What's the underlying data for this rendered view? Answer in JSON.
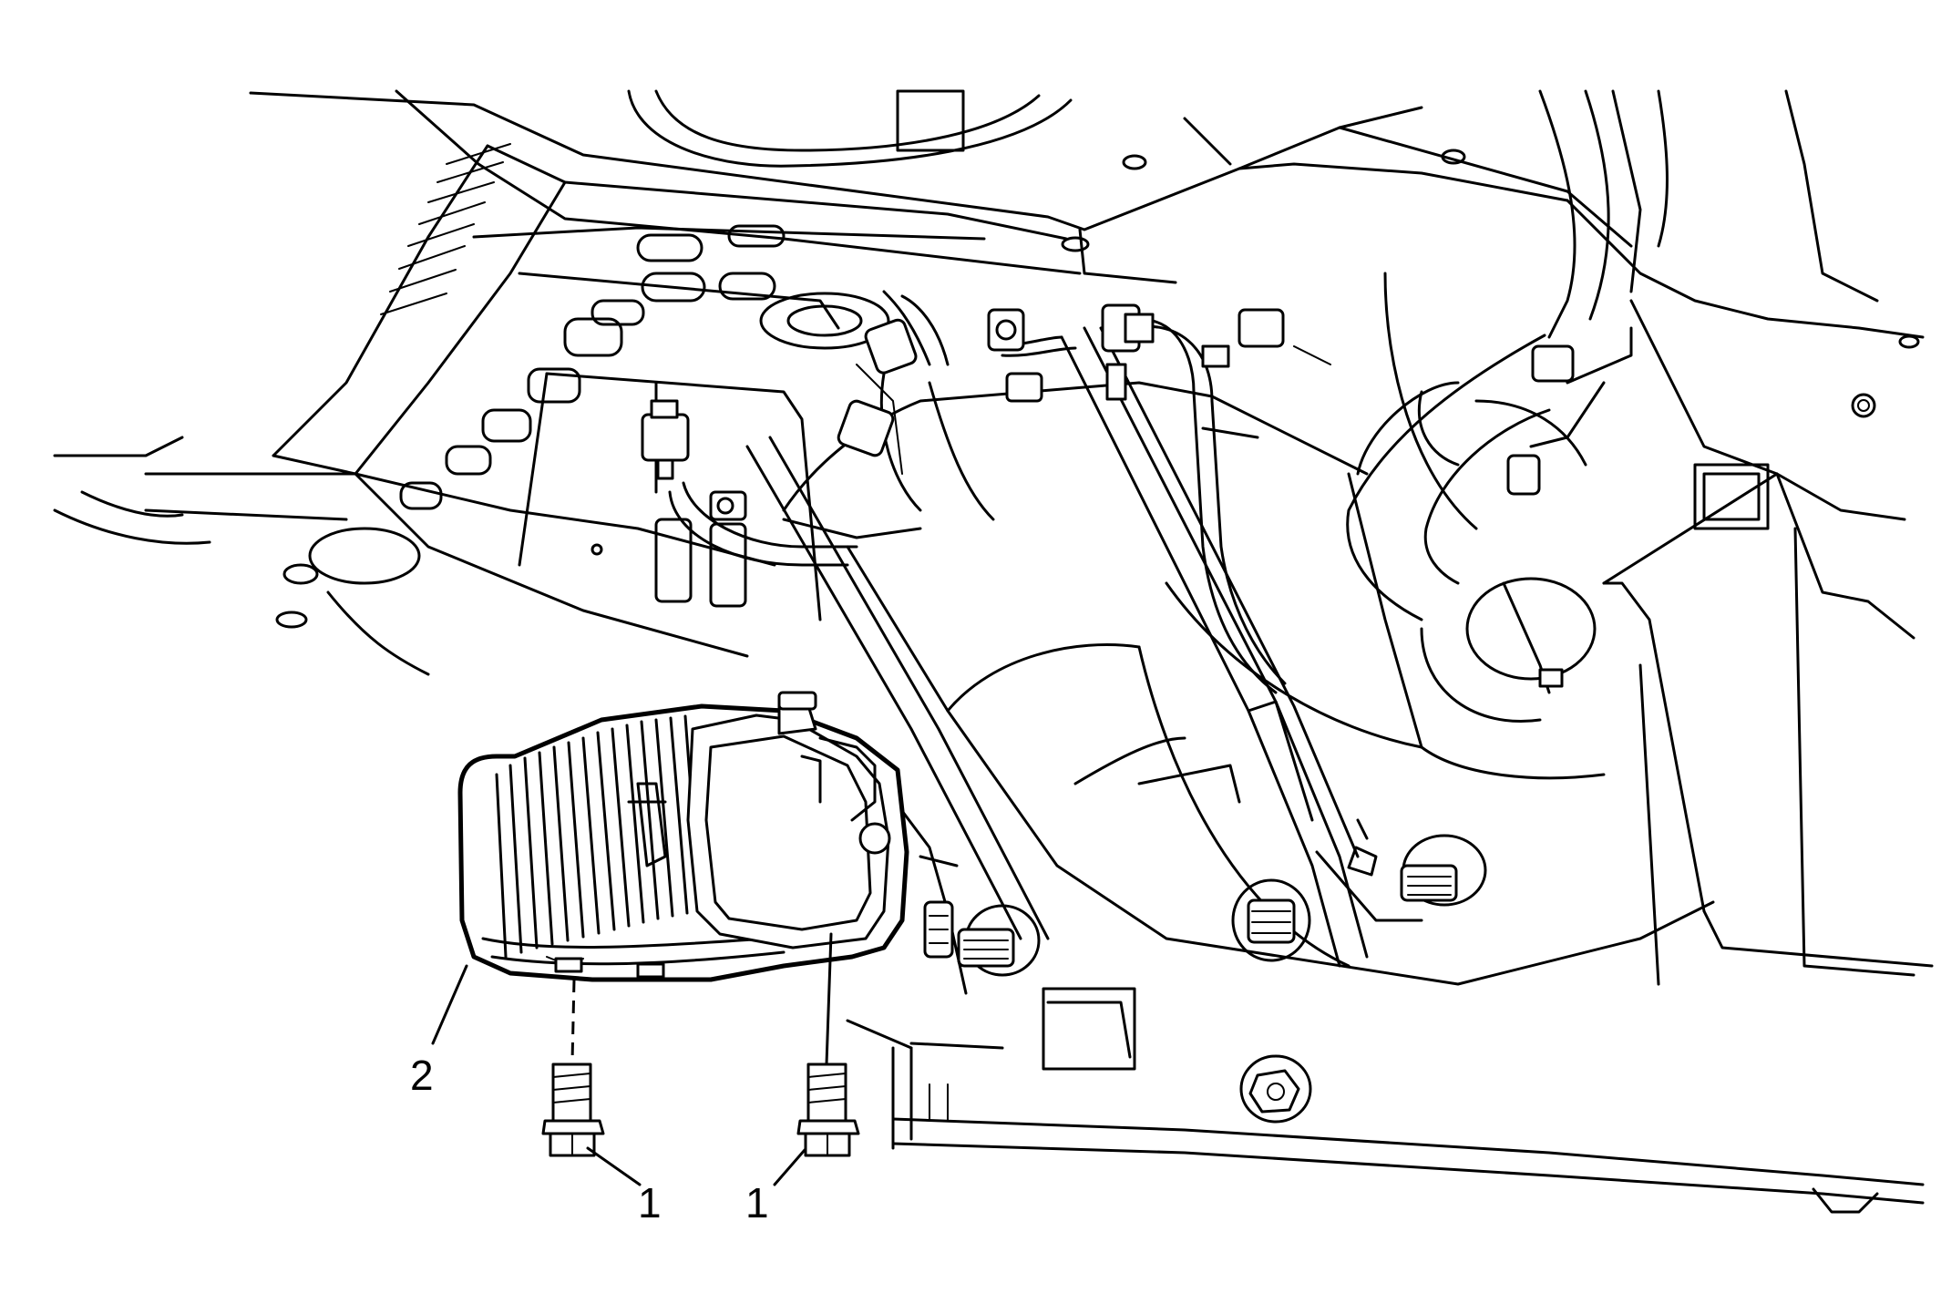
{
  "callouts": {
    "bolt_left": "1",
    "bolt_right": "1",
    "canister": "2"
  },
  "colors": {
    "line": "#000000",
    "background": "#ffffff"
  }
}
